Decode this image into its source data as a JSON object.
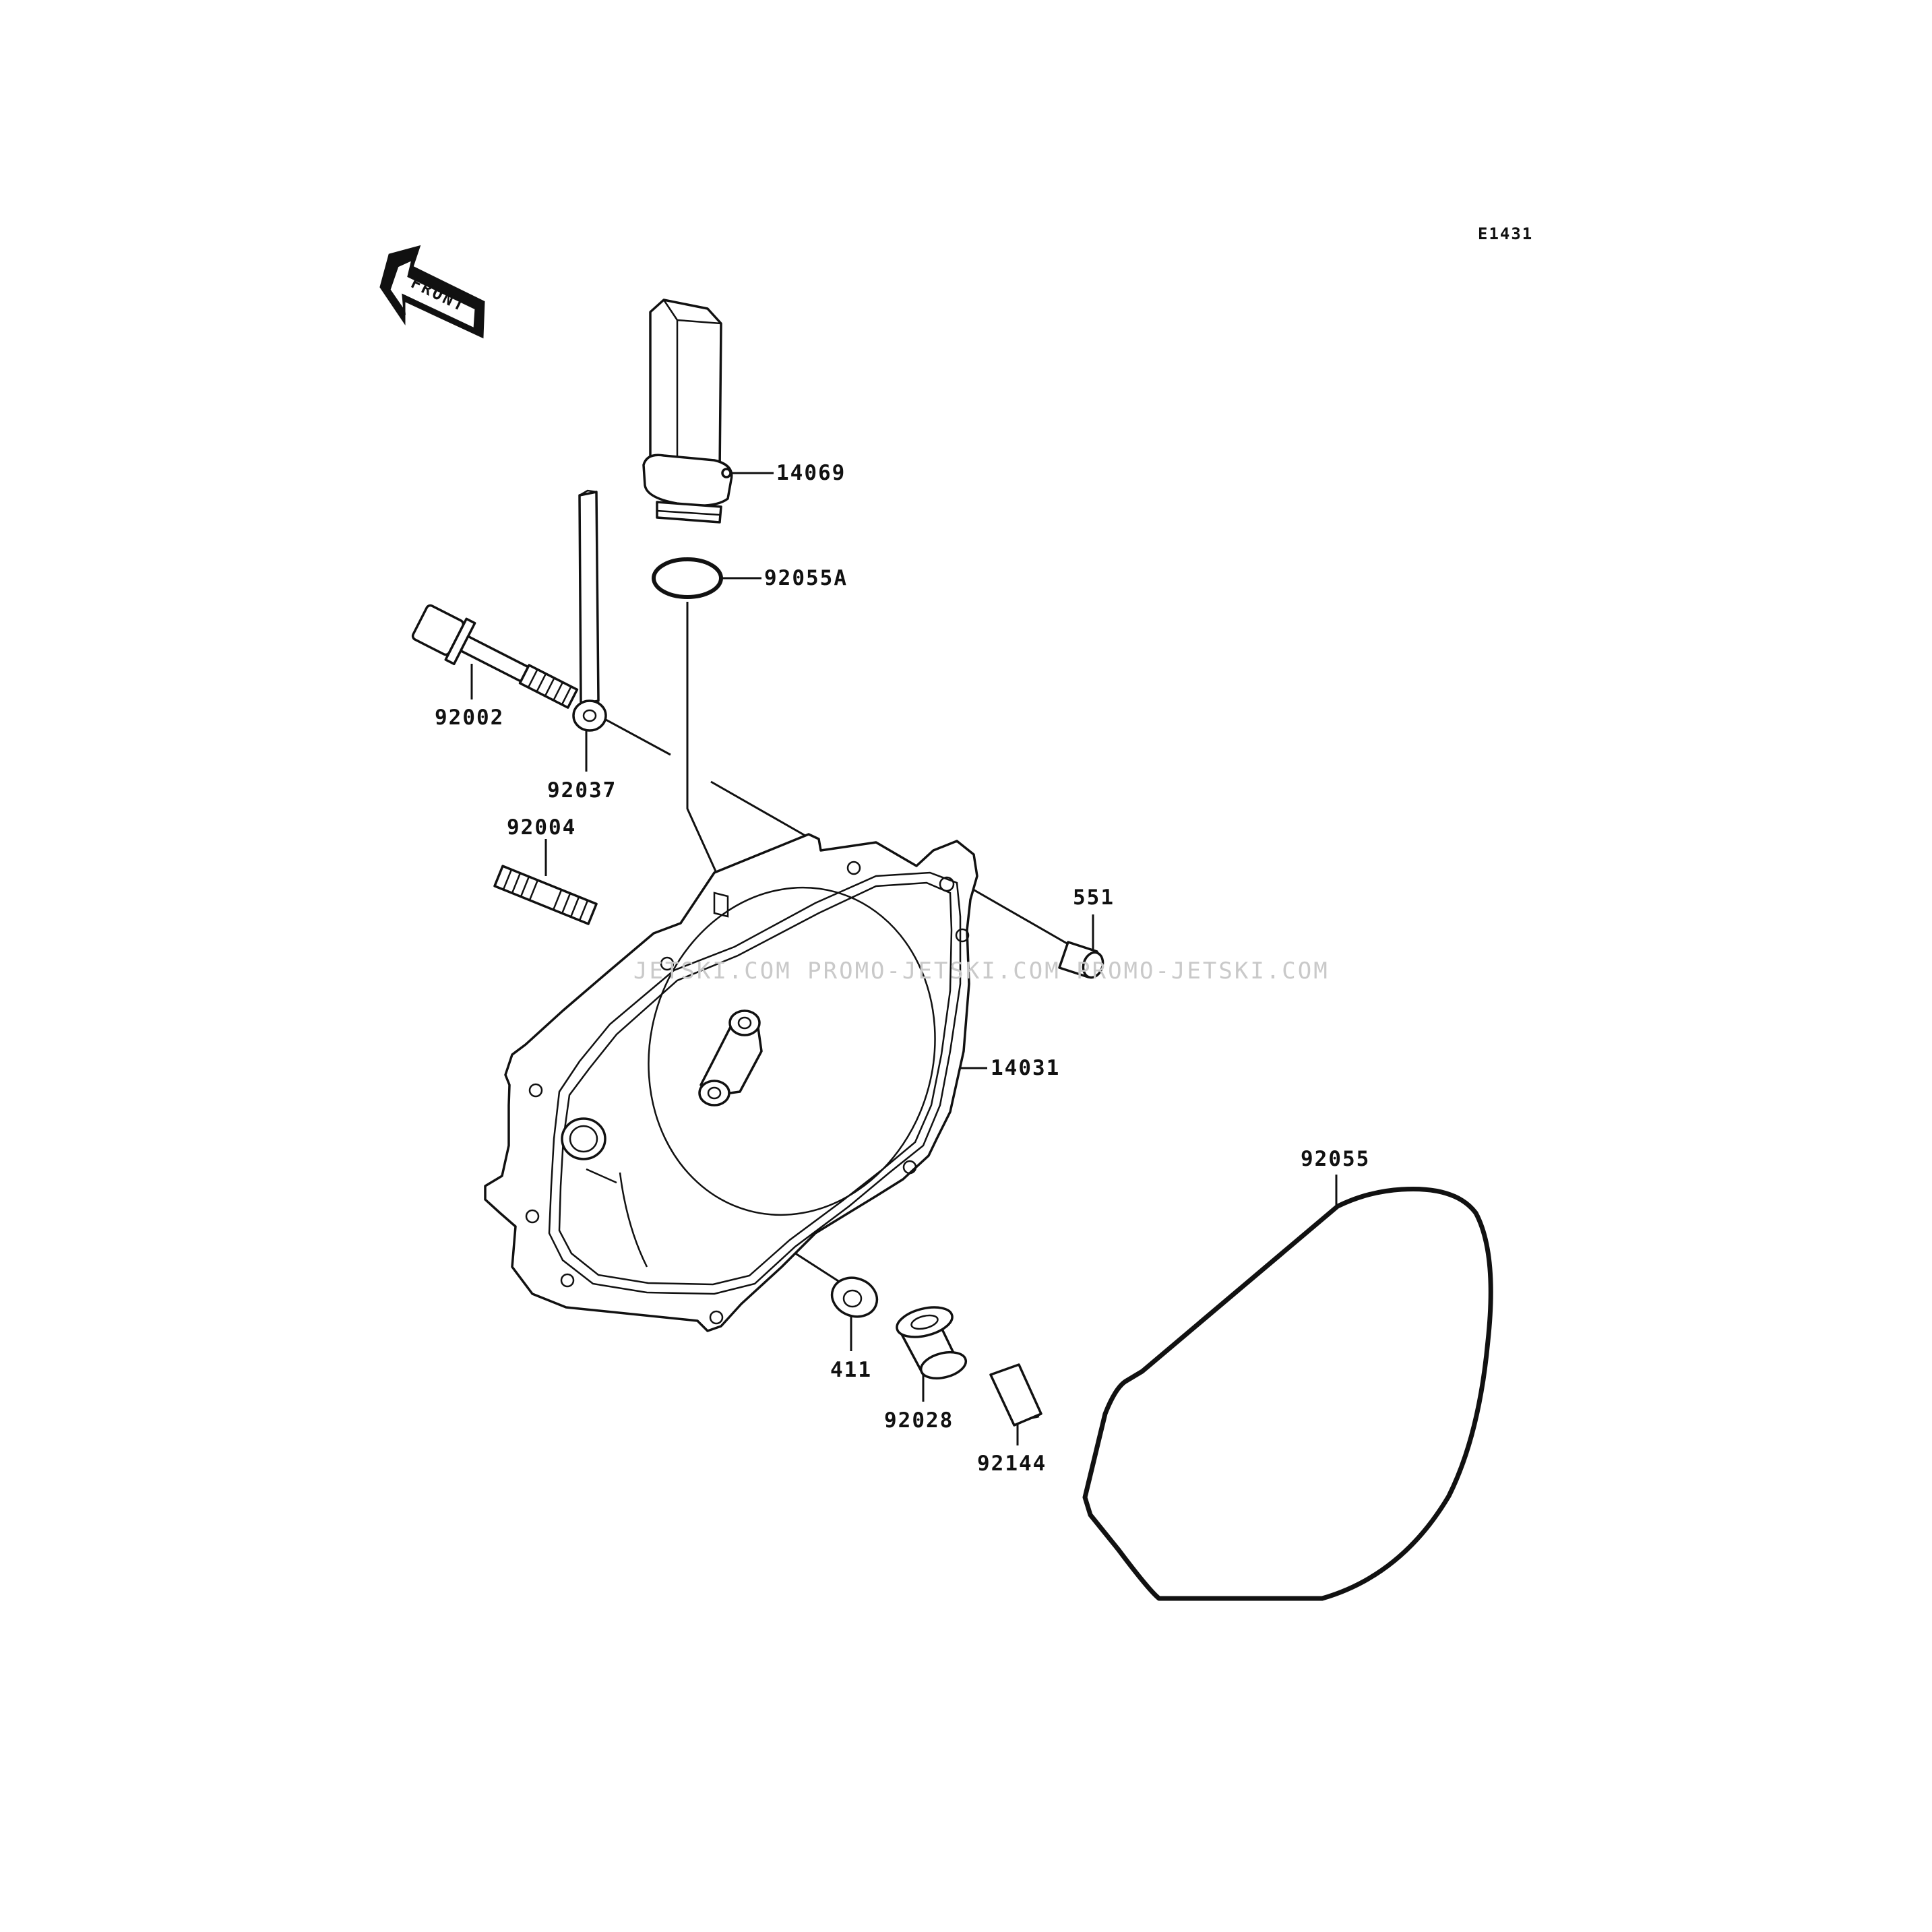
{
  "diagram": {
    "code": "E1431",
    "front_marker": "FRONT",
    "watermark": "JETSKI.COM  PROMO-JETSKI.COM  PROMO-JETSKI.COM",
    "parts": [
      {
        "id": "14069"
      },
      {
        "id": "92055A"
      },
      {
        "id": "92002"
      },
      {
        "id": "92037"
      },
      {
        "id": "92004"
      },
      {
        "id": "551"
      },
      {
        "id": "14031"
      },
      {
        "id": "92055"
      },
      {
        "id": "411"
      },
      {
        "id": "92028"
      },
      {
        "id": "92144"
      }
    ]
  }
}
